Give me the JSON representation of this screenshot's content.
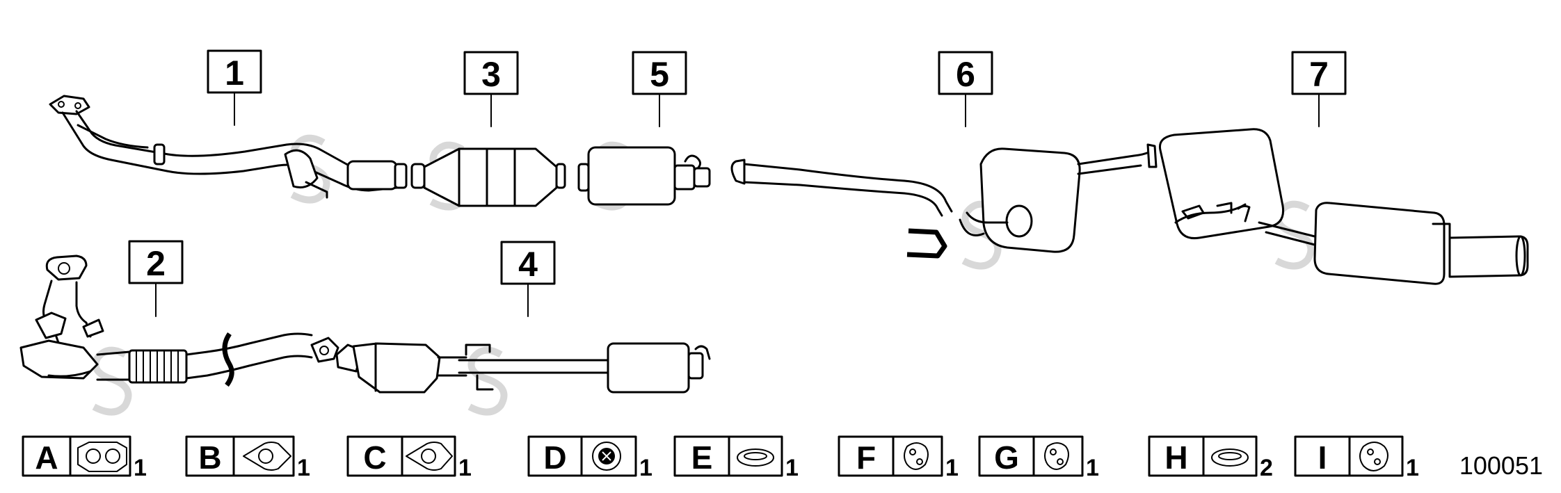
{
  "diagram_number": "100051",
  "callouts": [
    {
      "label": "1"
    },
    {
      "label": "2"
    },
    {
      "label": "3"
    },
    {
      "label": "4"
    },
    {
      "label": "5"
    },
    {
      "label": "6"
    },
    {
      "label": "7"
    }
  ],
  "gasket_key": [
    {
      "letter": "A",
      "qty": "1",
      "icon": "two-hole-flange-gasket-icon"
    },
    {
      "letter": "B",
      "qty": "1",
      "icon": "diamond-gasket-icon"
    },
    {
      "letter": "C",
      "qty": "1",
      "icon": "diamond-gasket-icon"
    },
    {
      "letter": "D",
      "qty": "1",
      "icon": "round-gasket-icon"
    },
    {
      "letter": "E",
      "qty": "1",
      "icon": "ring-gasket-icon"
    },
    {
      "letter": "F",
      "qty": "1",
      "icon": "rubber-hanger-icon"
    },
    {
      "letter": "G",
      "qty": "1",
      "icon": "rubber-hanger-icon"
    },
    {
      "letter": "H",
      "qty": "2",
      "icon": "ring-gasket-icon"
    },
    {
      "letter": "I",
      "qty": "1",
      "icon": "rubber-hanger-icon"
    }
  ]
}
